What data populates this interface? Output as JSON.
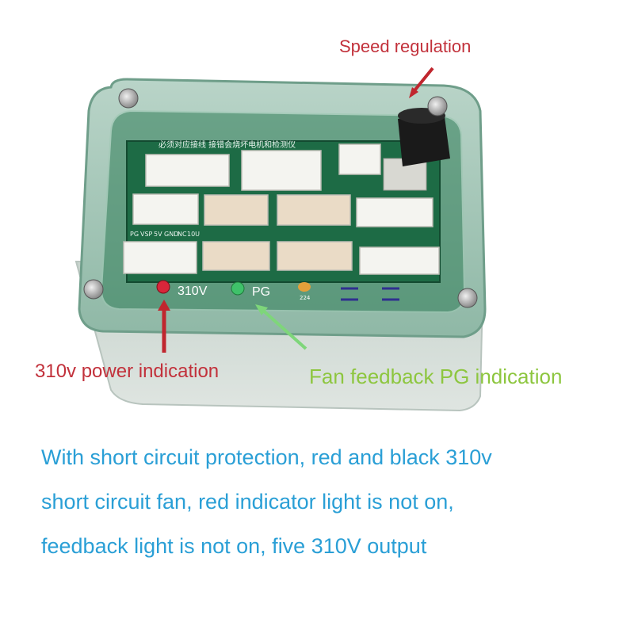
{
  "annotations": {
    "speed_regulation": "Speed regulation",
    "power_indication": "310v power indication",
    "pg_indication": "Fan feedback PG indication"
  },
  "board": {
    "led_310v_label": "310V",
    "led_pg_label": "PG",
    "capacitor_code": "224",
    "header_silkscreen": "必须对应接线  接错会烧坏电机和检测仪",
    "pin_labels": [
      "PG",
      "VSP",
      "5V",
      "GND",
      "NC",
      "10U"
    ]
  },
  "description": {
    "line1": "With short circuit protection, red and black 310v",
    "line2": "short circuit fan, red indicator light is not on,",
    "line3": "feedback light is not on, five 310V output"
  },
  "colors": {
    "annotation_red": "#c2313b",
    "annotation_green": "#8dc63f",
    "description_blue": "#2a9fd6",
    "arrow_red": "#c0262e",
    "arrow_green": "#7ed67a",
    "pcb_green": "#1d6b45"
  },
  "icons": {
    "arrow_1": "red-arrow-icon",
    "arrow_2": "green-arrow-icon",
    "knob": "potentiometer-knob-icon"
  }
}
